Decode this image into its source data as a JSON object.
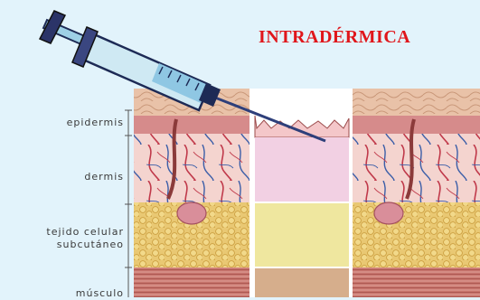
{
  "title": "INTRADÉRMICA",
  "layers": {
    "epidermis": "epidermis",
    "dermis": "dermis",
    "subcutaneous_line1": "tejido celular",
    "subcutaneous_line2": "subcutáneo",
    "muscle": "músculo"
  },
  "colors": {
    "background": "#e2f3fb",
    "title": "#e0161b",
    "epidermis_block": "#f4c7c9",
    "dermis_block": "#f2d0e3",
    "subcutaneous_block": "#efe79f",
    "muscle_block": "#d6ae8c"
  },
  "icons": [
    "syringe-icon"
  ]
}
